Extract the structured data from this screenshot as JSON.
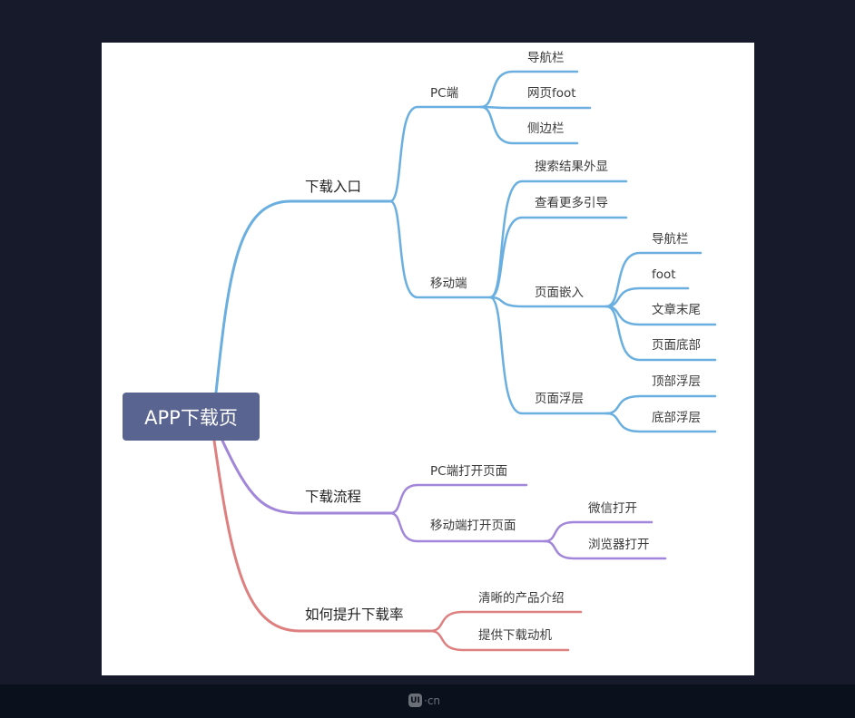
{
  "colors": {
    "blue": "#6aafe0",
    "purple": "#a286d9",
    "red": "#de8080",
    "root": "#5a6490"
  },
  "root": "APP下载页",
  "branches": {
    "entry": {
      "label": "下载入口",
      "pc": {
        "label": "PC端",
        "children": [
          "导航栏",
          "网页foot",
          "侧边栏"
        ]
      },
      "mobile": {
        "label": "移动端",
        "search": "搜索结果外显",
        "more": "查看更多引导",
        "embed": {
          "label": "页面嵌入",
          "children": [
            "导航栏",
            "foot",
            "文章末尾",
            "页面底部"
          ]
        },
        "float": {
          "label": "页面浮层",
          "children": [
            "顶部浮层",
            "底部浮层"
          ]
        }
      }
    },
    "flow": {
      "label": "下载流程",
      "pc": "PC端打开页面",
      "mobile": {
        "label": "移动端打开页面",
        "children": [
          "微信打开",
          "浏览器打开"
        ]
      }
    },
    "rate": {
      "label": "如何提升下载率",
      "children": [
        "清晰的产品介绍",
        "提供下载动机"
      ]
    }
  },
  "footer": {
    "logo": "UI",
    "logo_suffix": "·cn"
  }
}
